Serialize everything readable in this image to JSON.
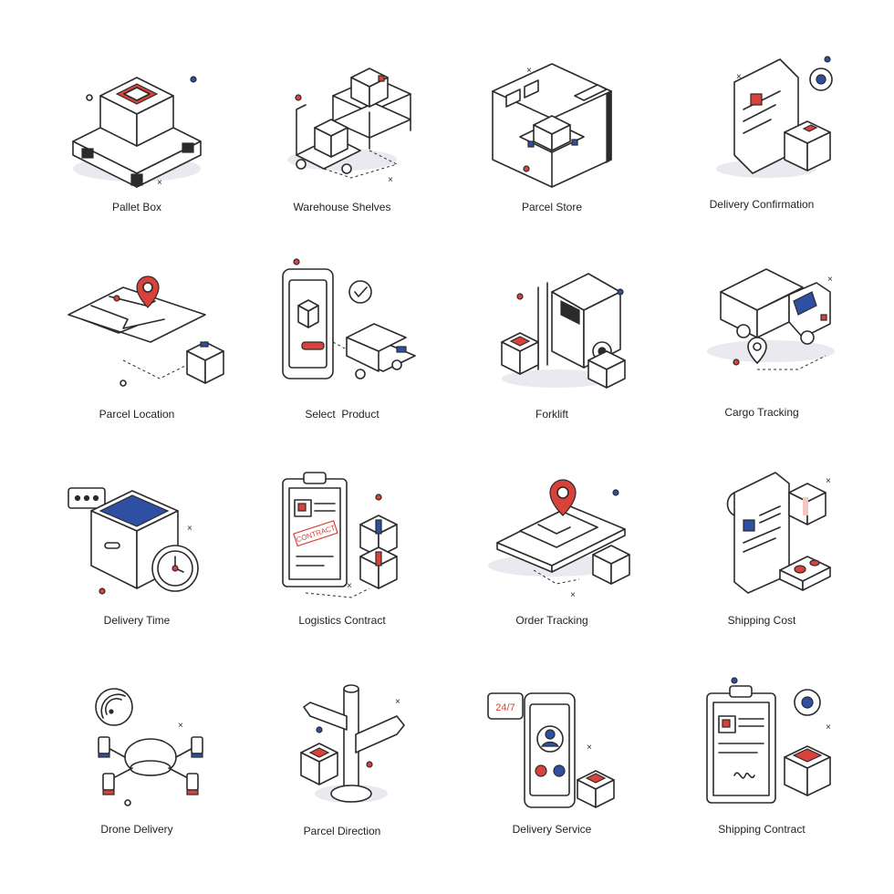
{
  "colors": {
    "accent_red": "#d9423a",
    "accent_blue": "#2f4fa3",
    "line": "#2b2b2b",
    "shadow": "#e9e9ef"
  },
  "icons": [
    {
      "label": "Pallet Box",
      "icon": "pallet-box-icon"
    },
    {
      "label": "Warehouse Shelves",
      "icon": "warehouse-shelves-icon"
    },
    {
      "label": "Parcel Store",
      "icon": "parcel-store-icon"
    },
    {
      "label": "Delivery Confirmation",
      "icon": "delivery-confirmation-icon"
    },
    {
      "label": "Parcel Location",
      "icon": "parcel-location-icon"
    },
    {
      "label": "Select  Product",
      "icon": "select-product-icon"
    },
    {
      "label": "Forklift",
      "icon": "forklift-icon"
    },
    {
      "label": "Cargo Tracking",
      "icon": "cargo-tracking-icon"
    },
    {
      "label": "Delivery Time",
      "icon": "delivery-time-icon"
    },
    {
      "label": "Logistics Contract",
      "icon": "logistics-contract-icon"
    },
    {
      "label": "Order Tracking",
      "icon": "order-tracking-icon"
    },
    {
      "label": "Shipping Cost",
      "icon": "shipping-cost-icon"
    },
    {
      "label": "Drone Delivery",
      "icon": "drone-delivery-icon"
    },
    {
      "label": "Parcel Direction",
      "icon": "parcel-direction-icon"
    },
    {
      "label": "Delivery Service",
      "icon": "delivery-service-icon"
    },
    {
      "label": "Shipping Contract",
      "icon": "shipping-contract-icon"
    }
  ],
  "inline_text": {
    "contract_stamp": "CONTRACT",
    "service_hours": "24/7"
  }
}
